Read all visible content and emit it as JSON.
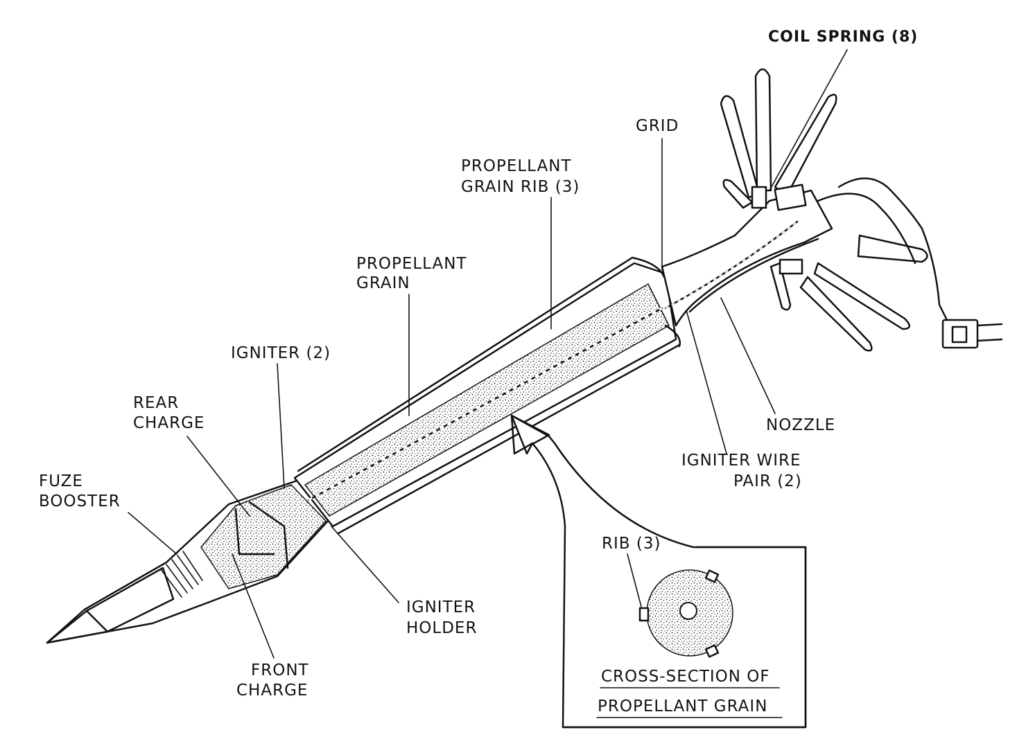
{
  "labels": {
    "coil_spring": "COIL SPRING (8)",
    "grid": "GRID",
    "propellant_grain_rib_1": "PROPELLANT",
    "propellant_grain_rib_2": "GRAIN RIB (3)",
    "propellant_grain_1": "PROPELLANT",
    "propellant_grain_2": "GRAIN",
    "igniter": "IGNITER (2)",
    "rear_charge_1": "REAR",
    "rear_charge_2": "CHARGE",
    "fuze_booster_1": "FUZE",
    "fuze_booster_2": "BOOSTER",
    "nozzle": "NOZZLE",
    "igniter_wire_pair_1": "IGNITER WIRE",
    "igniter_wire_pair_2": "PAIR (2)",
    "igniter_holder_1": "IGNITER",
    "igniter_holder_2": "HOLDER",
    "front_charge_1": "FRONT",
    "front_charge_2": "CHARGE",
    "rib": "RIB (3)",
    "cross_section_1": "CROSS-SECTION OF",
    "cross_section_2": "PROPELLANT GRAIN"
  },
  "icons": [
    "rocket-cutaway-icon",
    "stabilizer-fins-icon",
    "connector-plug-icon",
    "callout-arrow-icon"
  ]
}
